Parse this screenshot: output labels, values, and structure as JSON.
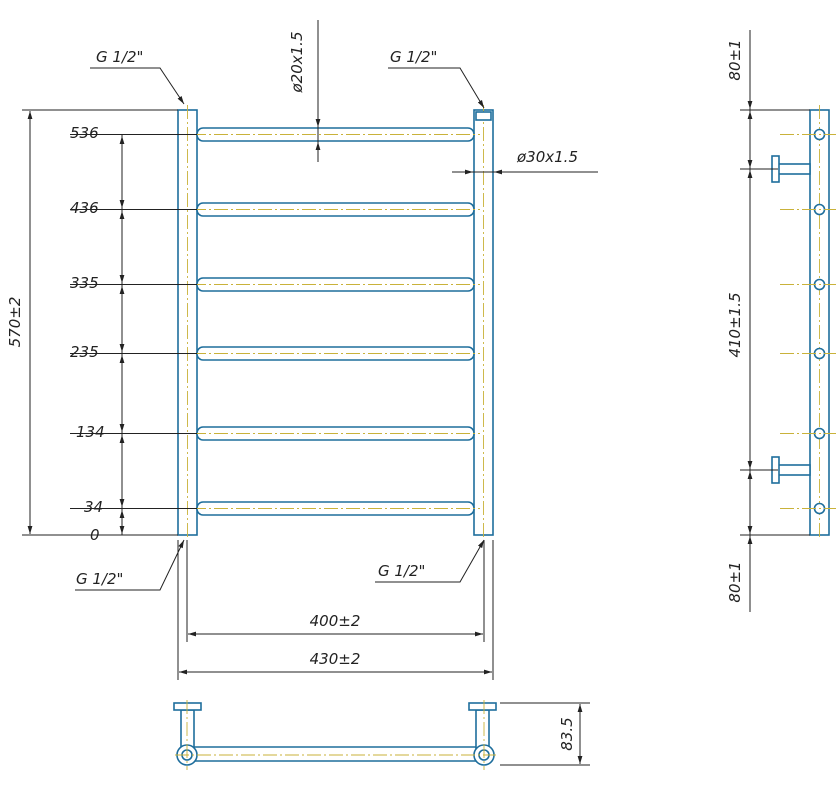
{
  "drawing": {
    "thread_top_left": "G 1/2\"",
    "thread_top_right": "G 1/2\"",
    "thread_bottom_left": "G 1/2\"",
    "thread_bottom_right": "G 1/2\"",
    "rung_diameter": "ø20x1.5",
    "upright_diameter": "ø30x1.5",
    "total_height": "570±2",
    "center_width": "400±2",
    "overall_width": "430±2",
    "depth": "83.5",
    "side_top_offset": "80±1",
    "side_mount_spacing": "410±1.5",
    "side_bottom_offset": "80±1",
    "rung_levels": [
      "536",
      "436",
      "335",
      "235",
      "134",
      "34",
      "0"
    ]
  }
}
